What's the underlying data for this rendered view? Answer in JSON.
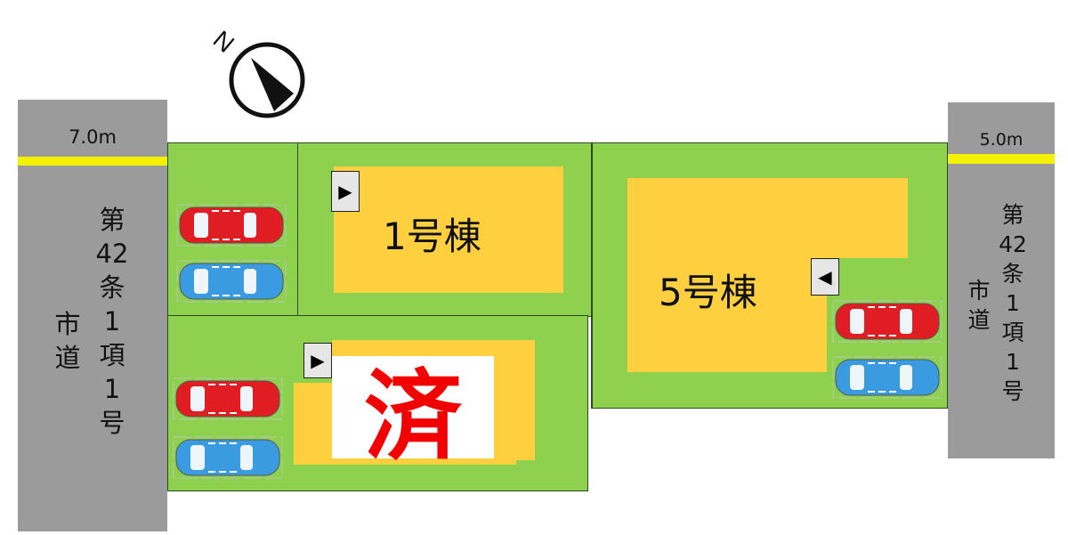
{
  "compass": {
    "north_label": "N"
  },
  "roads": {
    "left": {
      "width_label": "7.0m",
      "type_chars": [
        "市",
        "道"
      ],
      "article_chars": [
        "第",
        "42",
        "条",
        "1",
        "項",
        "1",
        "号"
      ]
    },
    "right": {
      "width_label": "5.0m",
      "type_chars": [
        "市",
        "道"
      ],
      "article_chars": [
        "第",
        "42",
        "条",
        "1",
        "項",
        "1",
        "号"
      ]
    }
  },
  "buildings": {
    "b1": {
      "label": "1号棟"
    },
    "b2": {
      "sold_label": "済"
    },
    "b5": {
      "label": "5号棟"
    }
  },
  "entrance_markers": {
    "right_arrow": "▶",
    "left_arrow": "◀"
  },
  "colors": {
    "lot": "#8ed14f",
    "building": "#fecf3e",
    "road": "#9b9b9b",
    "sold": "#f20000",
    "car_red": "#e01d22",
    "car_blue": "#3a9be0"
  }
}
